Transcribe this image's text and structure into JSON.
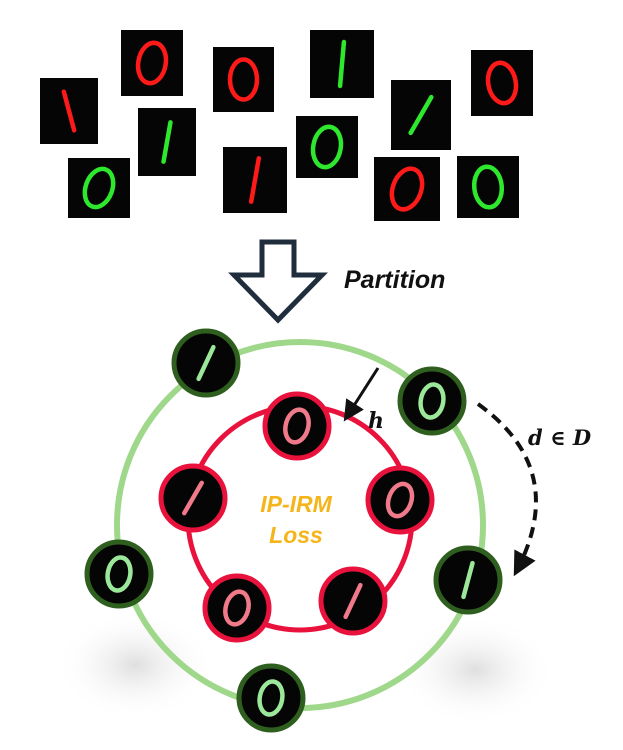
{
  "labels": {
    "partition": "Partition",
    "h": "h",
    "d_in_D": "d ∈ D",
    "loss_line1": "IP-IRM",
    "loss_line2": "Loss"
  },
  "colors": {
    "background": "#ffffff",
    "tile_background": "#050505",
    "digit_red": "#ff1a1a",
    "digit_green": "#2ee82e",
    "outer_ring": "#9fd88a",
    "outer_node_border": "#2f5f1f",
    "outer_node_digit": "#9ce89a",
    "inner_ring": "#e8123c",
    "inner_node_border": "#e8123c",
    "inner_node_digit": "#f07a8a",
    "loss_text": "#f5b51a",
    "arrow": "#1f2d3d"
  },
  "samples": [
    {
      "digit": "1",
      "color": "red"
    },
    {
      "digit": "0",
      "color": "red"
    },
    {
      "digit": "0",
      "color": "red"
    },
    {
      "digit": "1",
      "color": "green"
    },
    {
      "digit": "1",
      "color": "green"
    },
    {
      "digit": "0",
      "color": "red"
    },
    {
      "digit": "1",
      "color": "green"
    },
    {
      "digit": "0",
      "color": "green"
    },
    {
      "digit": "1",
      "color": "red"
    },
    {
      "digit": "0",
      "color": "green"
    },
    {
      "digit": "0",
      "color": "red"
    },
    {
      "digit": "0",
      "color": "green"
    }
  ],
  "outer_nodes": [
    {
      "digit": "1"
    },
    {
      "digit": "0"
    },
    {
      "digit": "1"
    },
    {
      "digit": "0"
    },
    {
      "digit": "0"
    }
  ],
  "inner_nodes": [
    {
      "digit": "0"
    },
    {
      "digit": "0"
    },
    {
      "digit": "1"
    },
    {
      "digit": "0"
    },
    {
      "digit": "1"
    }
  ]
}
